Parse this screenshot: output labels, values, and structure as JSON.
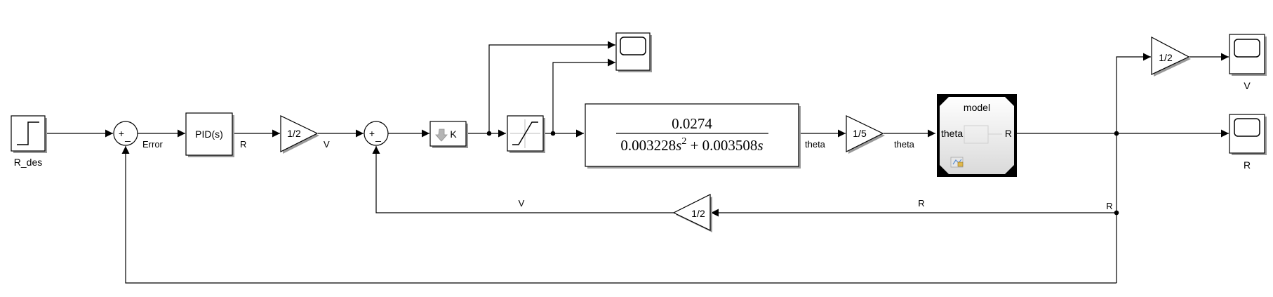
{
  "blocks": {
    "step": {
      "name": "R_des"
    },
    "sum1": {
      "sign_top": "+",
      "sign_bottom": "_"
    },
    "pid": {
      "text": "PID(s)"
    },
    "gain1": {
      "text": "1/2"
    },
    "sum2": {
      "sign_top": "+",
      "sign_bottom": "_"
    },
    "gainK": {
      "text": "K"
    },
    "tf": {
      "numerator": "0.0274",
      "denominator_a": "0.003228",
      "denominator_var1": "s",
      "denominator_exp": "2",
      "denominator_b": " + 0.003508",
      "denominator_var2": "s"
    },
    "gain15": {
      "text": "1/5"
    },
    "model": {
      "title": "model",
      "in_port": "theta",
      "out_port": "R"
    },
    "gainTop": {
      "text": "1/2"
    },
    "gainFb": {
      "text": "1/2"
    },
    "scopeV": {
      "name": "V"
    },
    "scopeR": {
      "name": "R"
    }
  },
  "signals": {
    "error": "Error",
    "r_pid": "R",
    "v_gain": "V",
    "theta1": "theta",
    "theta2": "theta",
    "v_fb": "V",
    "r_fb": "R",
    "r_branch": "R"
  }
}
